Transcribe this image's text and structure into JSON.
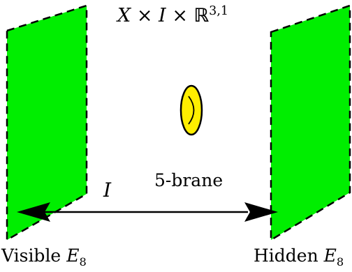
{
  "labels": {
    "space": {
      "x": "X",
      "times1": "×",
      "i": "I",
      "times2": "×",
      "r": "ℝ",
      "sup": "3,1"
    },
    "interval": "I",
    "brane": "5-brane",
    "visible": {
      "text": "Visible ",
      "e": "E",
      "sub": "8"
    },
    "hidden": {
      "text": "Hidden ",
      "e": "E",
      "sub": "8"
    }
  },
  "colors": {
    "wall_fill": "#00ee00",
    "brane_fill": "#ffee00",
    "stroke": "#000000"
  }
}
